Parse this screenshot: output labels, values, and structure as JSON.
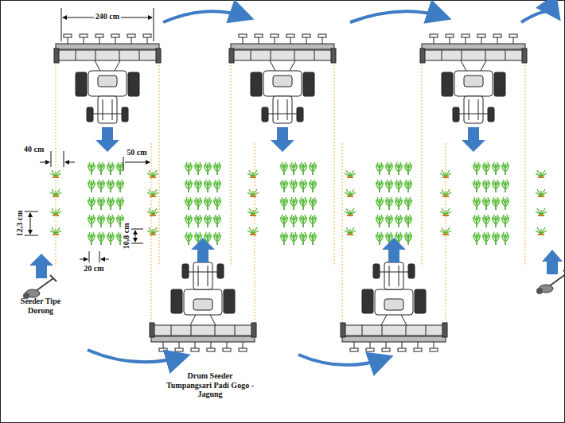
{
  "diagram": {
    "labels": [
      "240 cm",
      "40 cm",
      "50 cm",
      "12,3 cm",
      "20 cm",
      "10,8 cm",
      "Seeder Tipe Dorong",
      "Drum Seeder Tumpangsari Padi Gogo - Jagung"
    ]
  }
}
